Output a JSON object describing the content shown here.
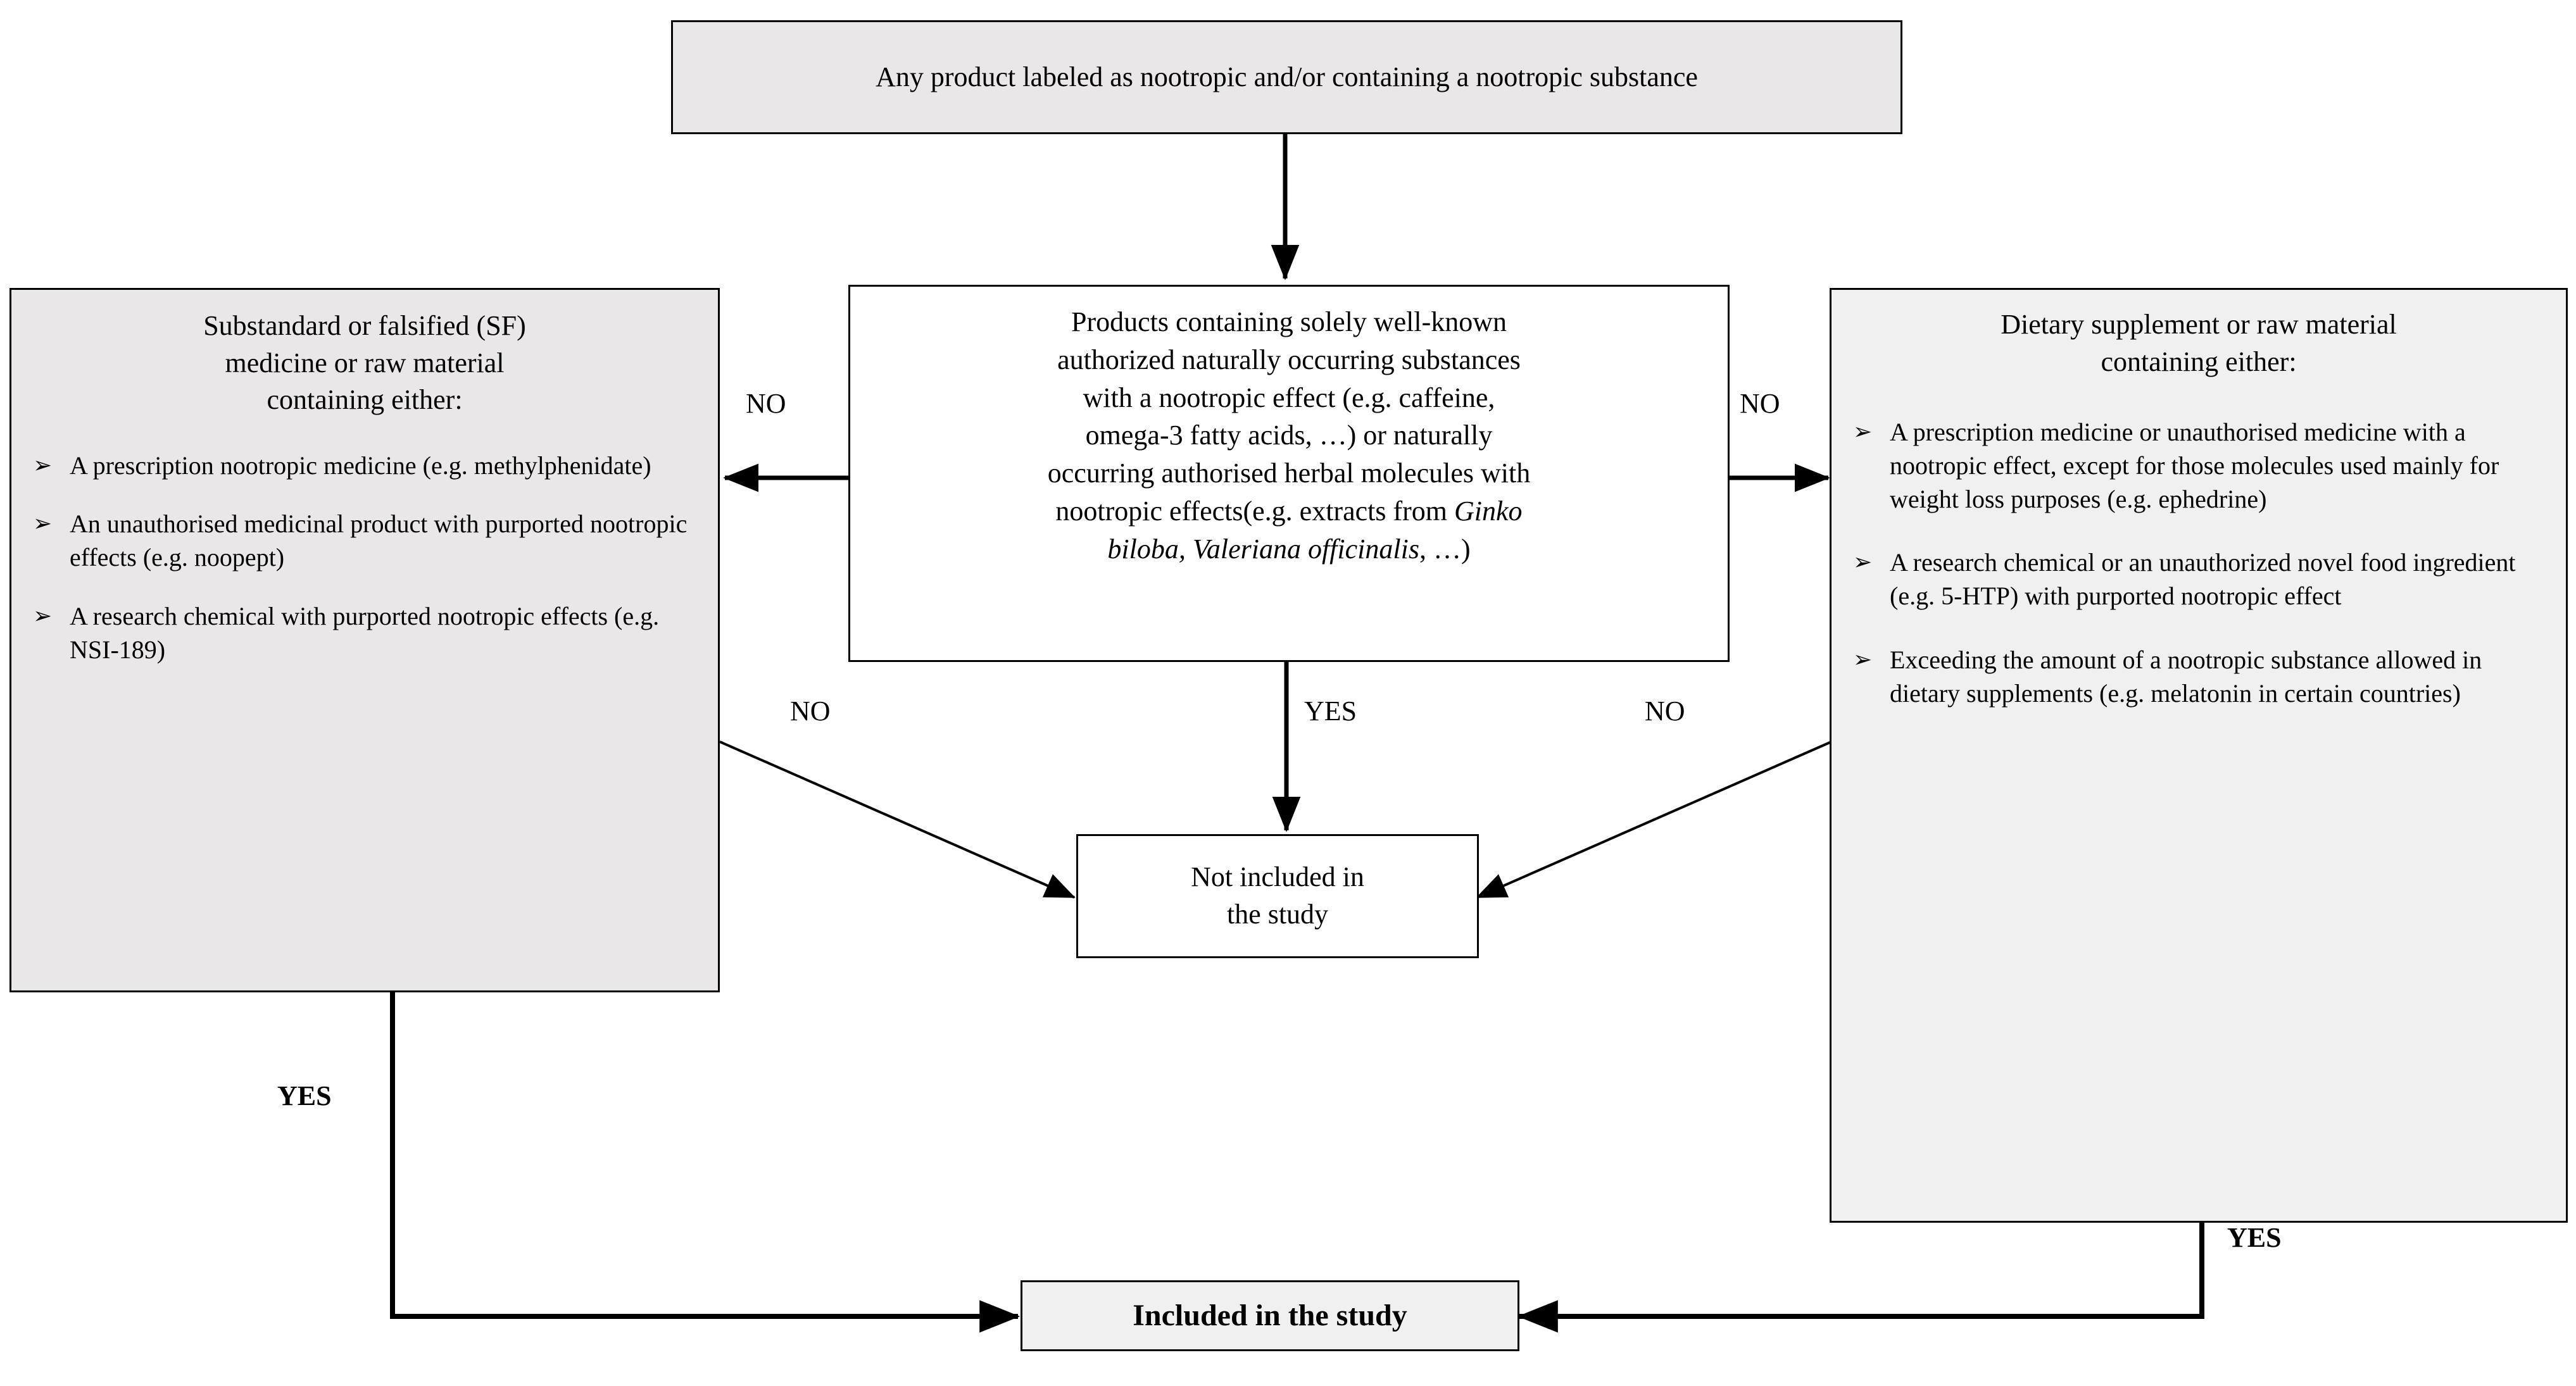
{
  "diagram": {
    "title_top": "Any product labeled as nootropic and/or containing a nootropic substance",
    "center": {
      "line1": "Products containing solely well-known",
      "line2": "authorized naturally occurring substances",
      "line3": "with a nootropic effect (e.g. caffeine,",
      "line4": "omega-3 fatty acids, …) or naturally",
      "line5": "occurring authorised herbal molecules with",
      "line6": "nootropic effects(e.g. extracts from ",
      "italic1": "Ginko",
      "italic2": "biloba, Valeriana officinalis",
      "tail": ", …)"
    },
    "left": {
      "heading_l1": "Substandard or falsified (SF)",
      "heading_l2": "medicine or raw material",
      "heading_l3": "containing either:",
      "marker": "➢",
      "bullets": [
        "A prescription nootropic medicine (e.g. methylphenidate)",
        "An unauthorised medicinal product with purported nootropic effects (e.g. noopept)",
        "A research chemical with purported nootropic effects (e.g. NSI-189)"
      ]
    },
    "right": {
      "heading_l1": "Dietary supplement or raw material",
      "heading_l2": "containing either:",
      "marker": "➢",
      "bullets": [
        "A prescription medicine or unauthorised medicine with a nootropic effect, except for those molecules used mainly for weight loss purposes (e.g. ephedrine)",
        "A research chemical or an unauthorized novel food ingredient (e.g. 5-HTP) with purported nootropic effect",
        "Exceeding the amount of a nootropic substance allowed in dietary supplements (e.g. melatonin in certain countries)"
      ]
    },
    "not_included": {
      "line1": "Not included in",
      "line2": "the study"
    },
    "included": "Included in the study",
    "edges": {
      "no_left_top": "NO",
      "no_right_top": "NO",
      "no_left_diag": "NO",
      "no_right_diag": "NO",
      "yes_center": "YES",
      "yes_left_bottom": "YES",
      "yes_right_bottom": "YES"
    },
    "colors": {
      "box_fill_gray": "#e9e7e7",
      "box_fill_gray_lite": "#f1f0f0",
      "box_fill_white": "#ffffff",
      "stroke": "#000000",
      "page_bg": "#ffffff"
    }
  }
}
